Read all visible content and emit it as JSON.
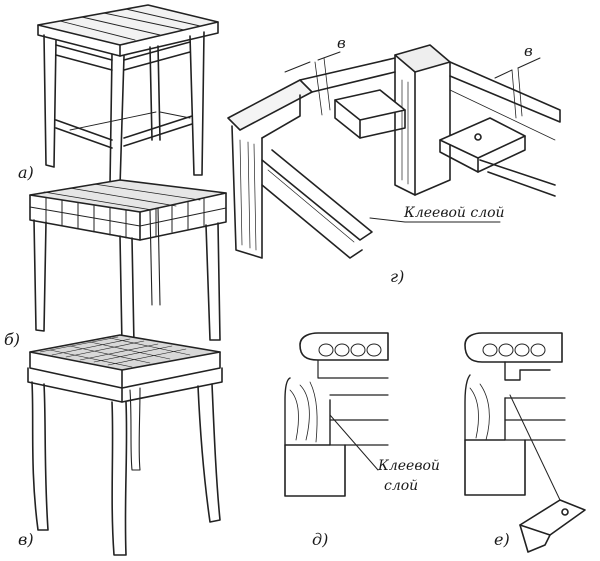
{
  "labels": {
    "a": "а)",
    "b": "б)",
    "v": "в)",
    "g": "г)",
    "d": "д)",
    "e": "е)",
    "glue_layer_top": "Клеевой слой",
    "glue_layer_bottom_1": "Клеевой",
    "glue_layer_bottom_2": "слой",
    "dim_b_left": "в",
    "dim_b_right": "в"
  }
}
